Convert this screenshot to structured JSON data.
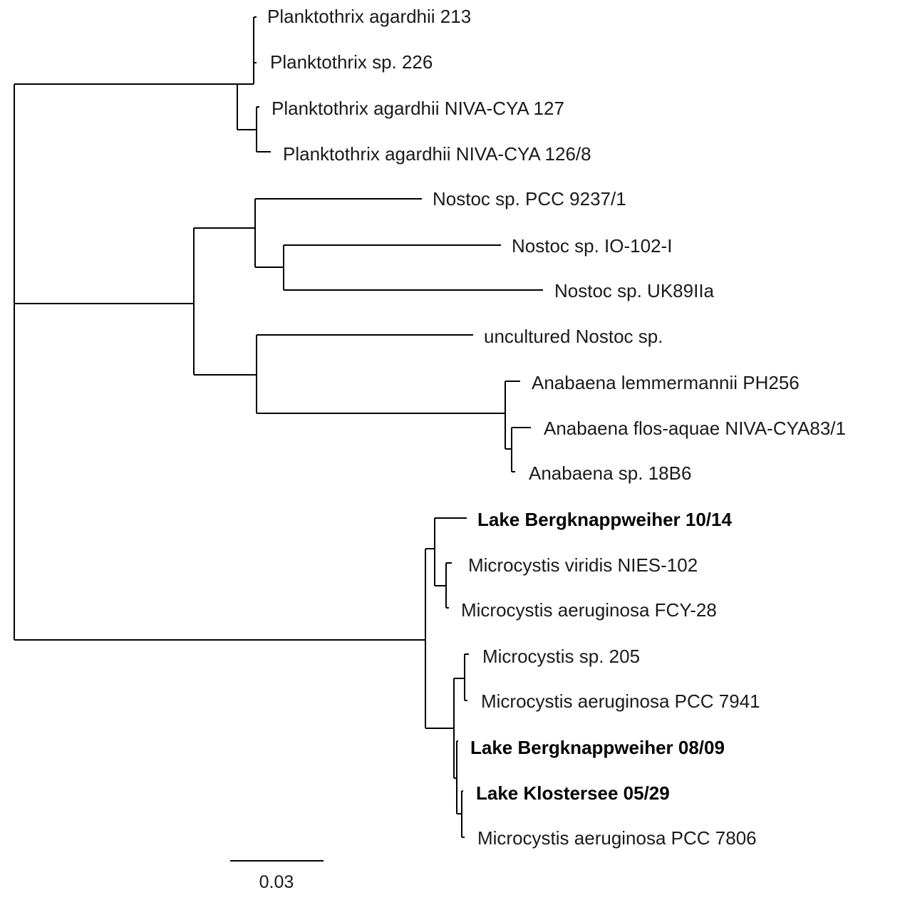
{
  "tree": {
    "leaves": [
      {
        "id": "l1",
        "label": "Planktothrix agardhii 213",
        "bold": false
      },
      {
        "id": "l2",
        "label": "Planktothrix sp. 226",
        "bold": false
      },
      {
        "id": "l3",
        "label": "Planktothrix agardhii NIVA-CYA 127",
        "bold": false
      },
      {
        "id": "l4",
        "label": "Planktothrix agardhii NIVA-CYA 126/8",
        "bold": false
      },
      {
        "id": "l5",
        "label": "Nostoc sp. PCC 9237/1",
        "bold": false
      },
      {
        "id": "l6",
        "label": "Nostoc sp. IO-102-I",
        "bold": false
      },
      {
        "id": "l7",
        "label": "Nostoc sp. UK89IIa",
        "bold": false
      },
      {
        "id": "l8",
        "label": "uncultured Nostoc sp.",
        "bold": false
      },
      {
        "id": "l9",
        "label": "Anabaena lemmermannii PH256",
        "bold": false
      },
      {
        "id": "l10",
        "label": "Anabaena flos-aquae NIVA-CYA83/1",
        "bold": false
      },
      {
        "id": "l11",
        "label": "Anabaena sp. 18B6",
        "bold": false
      },
      {
        "id": "l12",
        "label": "Lake Bergknappweiher 10/14",
        "bold": true
      },
      {
        "id": "l13",
        "label": "Microcystis viridis NIES-102",
        "bold": false
      },
      {
        "id": "l14",
        "label": "Microcystis aeruginosa FCY-28",
        "bold": false
      },
      {
        "id": "l15",
        "label": "Microcystis sp. 205",
        "bold": false
      },
      {
        "id": "l16",
        "label": "Microcystis aeruginosa PCC 7941",
        "bold": false
      },
      {
        "id": "l17",
        "label": "Lake Bergknappweiher 08/09",
        "bold": true
      },
      {
        "id": "l18",
        "label": "Lake Klostersee 05/29",
        "bold": true
      },
      {
        "id": "l19",
        "label": "Microcystis aeruginosa PCC 7806",
        "bold": false
      }
    ],
    "scale_bar": {
      "label": "0.03",
      "length": 0.03
    }
  }
}
